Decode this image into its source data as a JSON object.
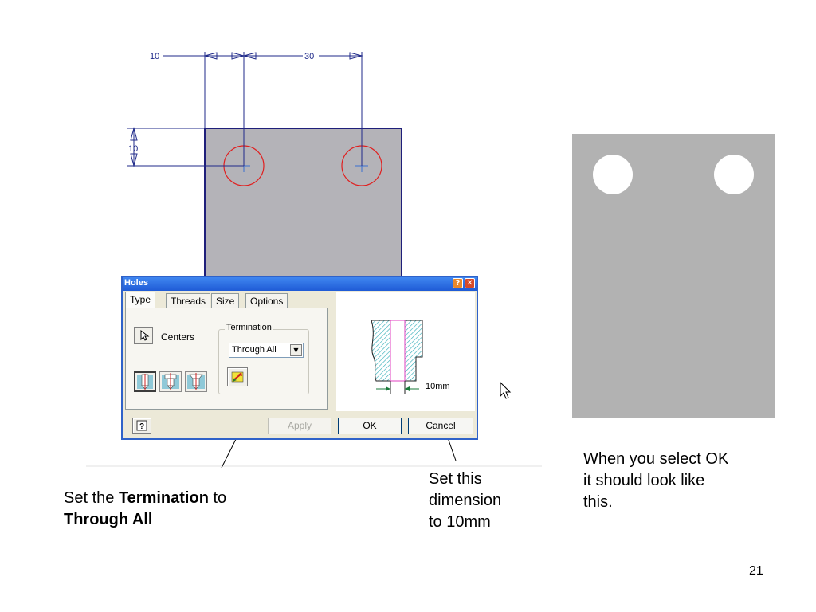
{
  "sketch": {
    "dim_left": "10",
    "dim_top": "30",
    "dim_side": "10",
    "colors": {
      "plate": "#b4b3b8",
      "outline": "#1f1f7a",
      "hole": "#e02020",
      "dimension": "#1f2a8a"
    }
  },
  "dialog": {
    "title": "Holes",
    "tabs": [
      "Type",
      "Threads",
      "Size",
      "Options"
    ],
    "centers_label": "Centers",
    "termination_label": "Termination",
    "termination_value": "Through All",
    "preview_dimension": "10mm",
    "buttons": {
      "apply": "Apply",
      "ok": "OK",
      "cancel": "Cancel"
    },
    "icons": {
      "centers": "cursor-arrow-icon",
      "flip": "flip-direction-icon",
      "help": "help-icon"
    }
  },
  "result": {
    "colors": {
      "plate": "#b2b2b2",
      "hole": "#ffffff"
    }
  },
  "notes": {
    "note1_prefix": "Set the ",
    "note1_bold1": "Termination",
    "note1_mid": " to",
    "note1_bold2": "Through All",
    "note2_line1": "Set this",
    "note2_line2": "dimension",
    "note2_line3": "to 10mm",
    "note3_line1": "When you select OK",
    "note3_line2": "it should look like",
    "note3_line3": "this."
  },
  "page_number": "21"
}
